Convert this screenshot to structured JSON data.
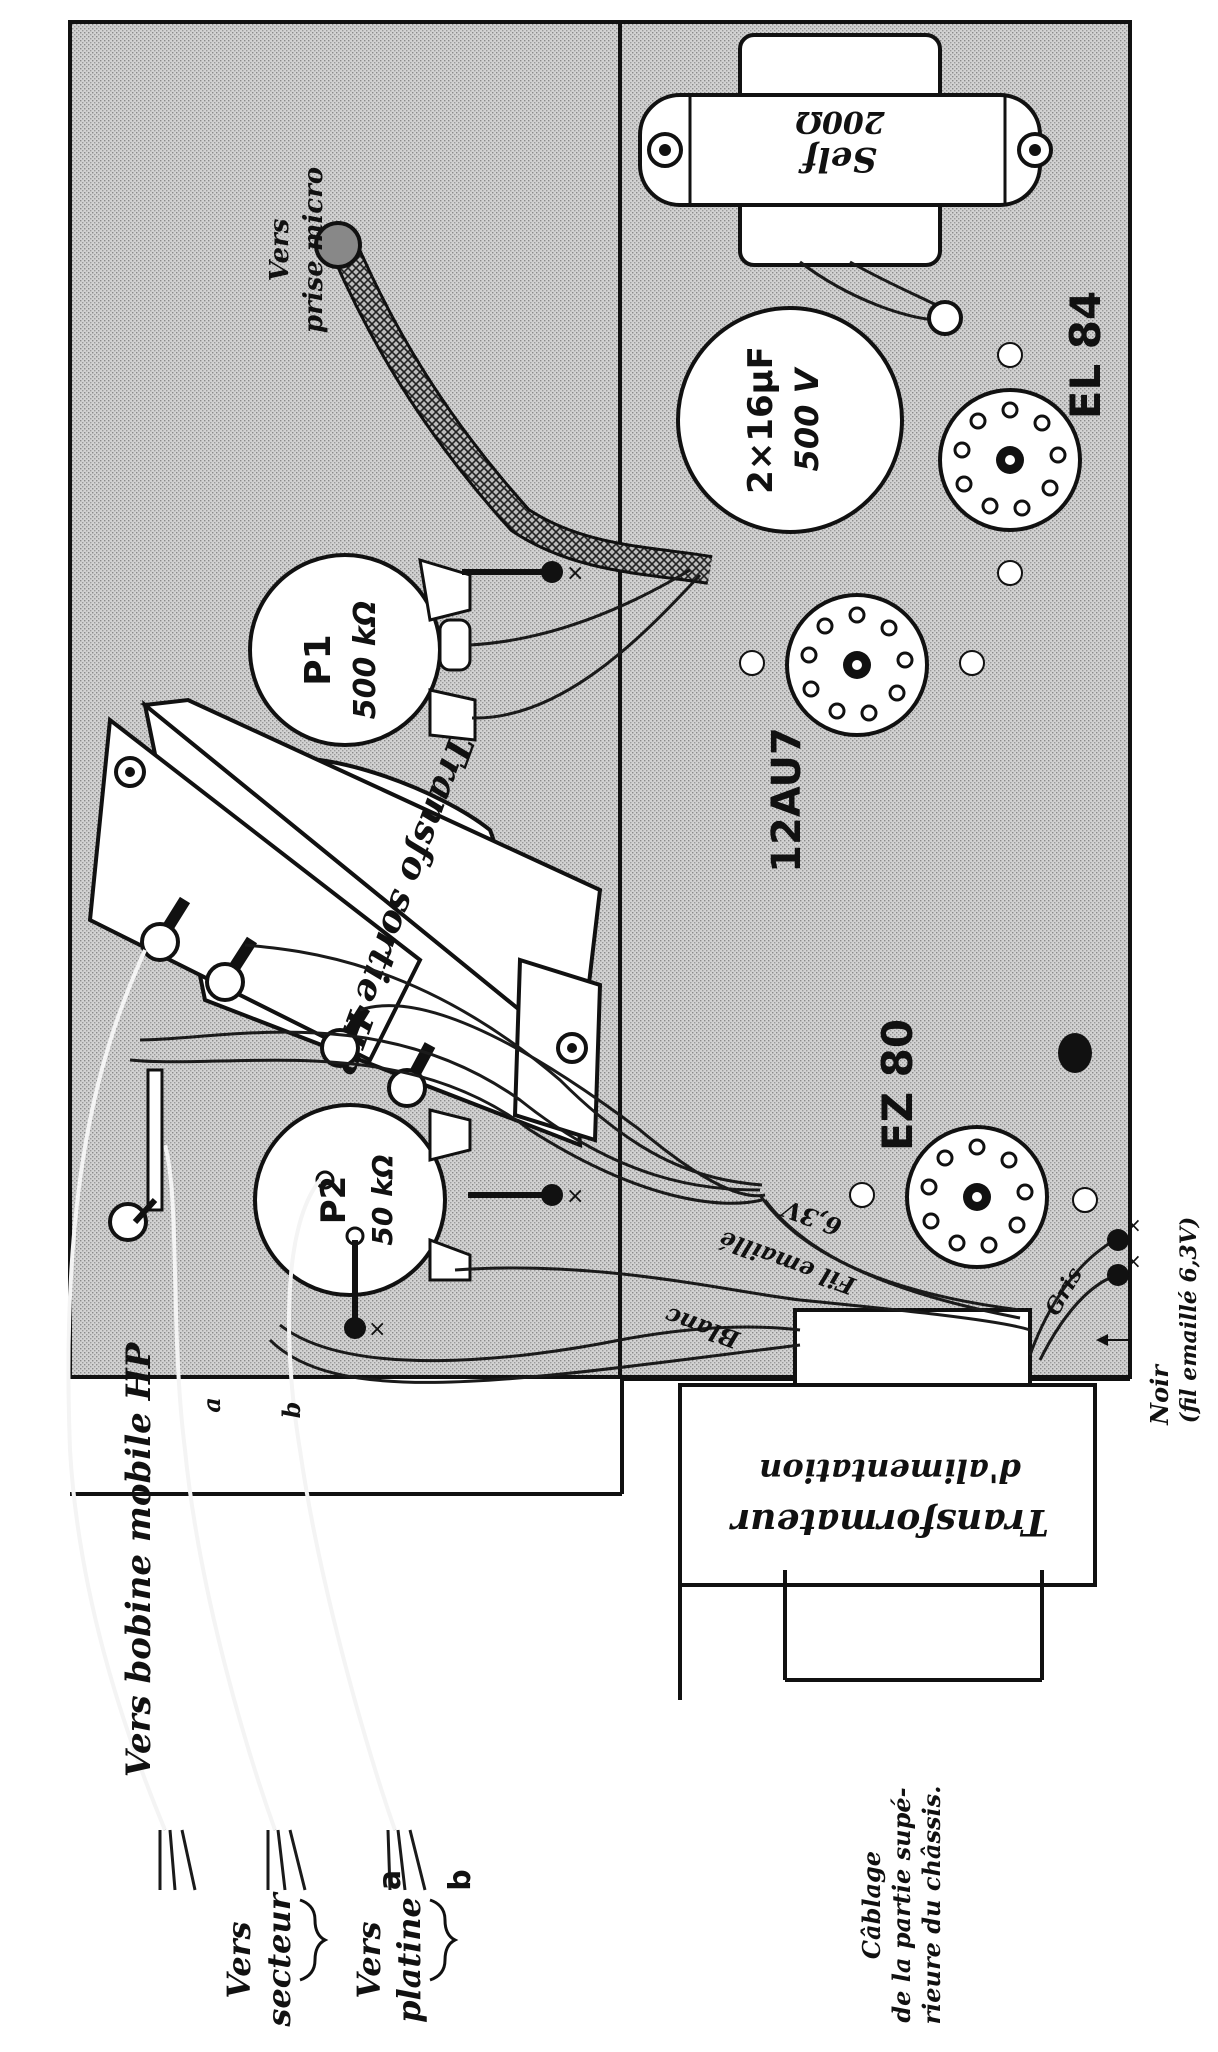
{
  "figure": {
    "caption": "Câblage de la partie supé- rieure du châssis.",
    "caption_lines": [
      "Câblage",
      "de la partie supé-",
      "rieure du châssis."
    ]
  },
  "components": {
    "self": {
      "name": "Self",
      "value": "200Ω"
    },
    "capacitor": {
      "value": "2×16μF",
      "voltage": "500 V"
    },
    "tube_el84": "EL 84",
    "tube_12au7": "12AU7",
    "tube_ez80": "EZ 80",
    "pot_p1": {
      "name": "P1",
      "value": "500 kΩ"
    },
    "pot_p2": {
      "name": "P2",
      "value": "50 kΩ"
    },
    "output_transformer": "Transfo sortie HP",
    "power_transformer": [
      "Transformateur",
      "d'alimentation"
    ]
  },
  "labels": {
    "micro": [
      "Vers",
      "prise micro"
    ],
    "hp": "Vers bobine mobile HP",
    "secteur": [
      "Vers",
      "secteur"
    ],
    "platine": [
      "Vers",
      "platine"
    ],
    "platine_a": "a",
    "platine_b": "b",
    "wire_a": "a",
    "wire_b": "b",
    "fil_emaille": "Fil emaillé",
    "v63": "6,3V",
    "blanc": "Blanc",
    "gris": "Gris",
    "noir": [
      "Noir",
      "(fil emaillé 6,3V)"
    ],
    "ground_mark": "×"
  },
  "colors": {
    "chassis_fill": "#c9c9c9",
    "ink": "#111111",
    "paper": "#ffffff"
  }
}
